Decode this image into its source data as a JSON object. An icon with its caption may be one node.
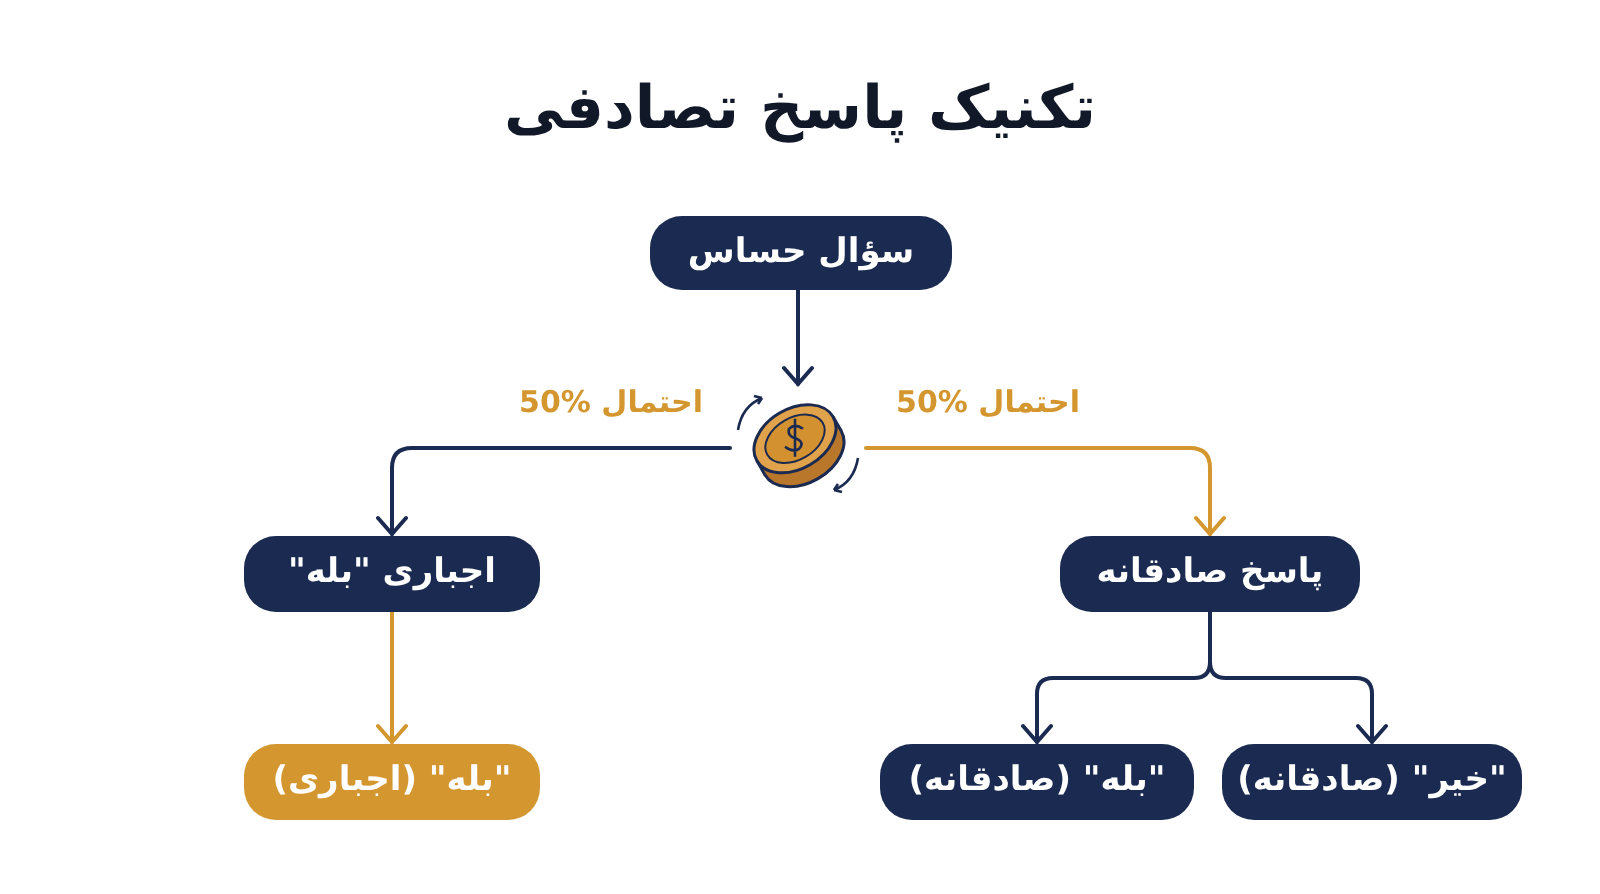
{
  "diagram": {
    "title": "تکنیک پاسخ تصادفی",
    "nodes": [
      {
        "text": [
          "سؤال حساس"
        ]
      },
      {
        "text": [],
        "shape": "picture"
      },
      {
        "text": [
          "اجباری \"بله\""
        ]
      },
      {
        "text": [
          "پاسخ صادقانه"
        ]
      },
      {
        "text": [
          "\"بله\" (اجباری)"
        ]
      },
      {
        "text": [
          "\"بله\" (صادقانه)"
        ]
      },
      {
        "text": [
          "\"خیر\" (صادقانه)"
        ]
      }
    ],
    "edges": [
      {
        "from": 0,
        "to": 1,
        "arrow": "to"
      },
      {
        "from": 1,
        "to": 2,
        "arrow": "to",
        "label": "50% احتمال"
      },
      {
        "from": 1,
        "to": 3,
        "arrow": "to",
        "label": "50% احتمال",
        "color": "#d4962e"
      },
      {
        "from": 2,
        "to": 4,
        "arrow": "to",
        "color": "#d4962e"
      },
      {
        "from": 3,
        "to": 5,
        "arrow": "to"
      },
      {
        "from": 3,
        "to": 6,
        "arrow": "to"
      }
    ]
  }
}
